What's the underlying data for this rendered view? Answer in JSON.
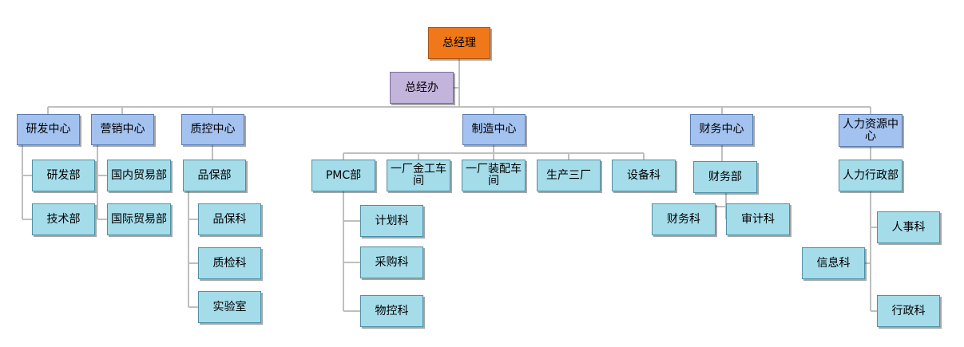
{
  "gm": "总经理",
  "office": "总经办",
  "depts": {
    "rd": "研发中心",
    "sales": "营销中心",
    "qc": "质控中心",
    "mfg": "制造中心",
    "fin": "财务中心",
    "hr": "人力资源中心"
  },
  "rd_subs": [
    "研发部",
    "技术部"
  ],
  "sales_subs": [
    "国内贸易部",
    "国际贸易部"
  ],
  "qc": {
    "unit": "品保部",
    "subs": [
      "品保科",
      "质检科",
      "实验室"
    ]
  },
  "mfg_subs": [
    "PMC部",
    "一厂金工车间",
    "一厂装配车间",
    "生产三厂",
    "设备科"
  ],
  "pmc_subs": [
    "计划科",
    "采购科",
    "物控科"
  ],
  "fin": {
    "unit": "财务部",
    "subs": [
      "财务科",
      "审计科"
    ]
  },
  "hr": {
    "unit": "人力行政部",
    "subs": [
      "人事科",
      "信息科",
      "行政科"
    ]
  },
  "colors": {
    "gm": "#f07818",
    "office": "#c3b4dc",
    "dept": "#a4c2f0",
    "sub": "#a5dcea",
    "line": "#bfbfbf"
  }
}
